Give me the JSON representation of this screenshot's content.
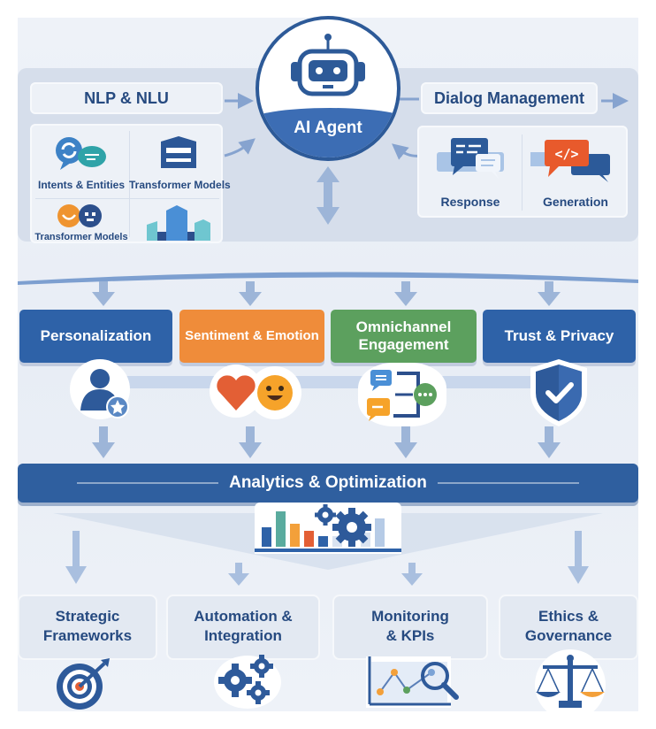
{
  "center": {
    "label": "AI Agent",
    "icon": "robot-icon"
  },
  "left_panel": {
    "title": "NLP & NLU",
    "items": [
      {
        "label": "Intents & Entities",
        "icon": "chat-bubbles-icon"
      },
      {
        "label": "Transformer Models",
        "icon": "server-stack-icon"
      },
      {
        "label": "Transformer Models",
        "icon": "emoji-faces-icon"
      },
      {
        "label": "",
        "icon": "cubes-chart-icon"
      }
    ]
  },
  "right_panel": {
    "title": "Dialog Management",
    "items": [
      {
        "label": "Response",
        "icon": "message-bubbles-icon"
      },
      {
        "label": "Generation",
        "icon": "code-bubble-icon"
      }
    ]
  },
  "pillars": [
    {
      "label": "Personalization",
      "icon": "user-star-icon",
      "color": "#2e62a8"
    },
    {
      "label": "Sentiment & Emotion",
      "icon": "heart-smiley-icon",
      "color": "#ef8c3a"
    },
    {
      "label": "Omnichannel Engagement",
      "icon": "channels-icon",
      "color": "#5ca05e"
    },
    {
      "label": "Trust & Privacy",
      "icon": "shield-check-icon",
      "color": "#2e62a8"
    }
  ],
  "analytics": {
    "label": "Analytics & Optimization",
    "icon": "bar-chart-gears-icon"
  },
  "outcomes": [
    {
      "label": "Strategic Frameworks",
      "icon": "target-icon"
    },
    {
      "label": "Automation & Integration",
      "icon": "gears-icon"
    },
    {
      "label": "Monitoring & KPIs",
      "icon": "kpi-magnifier-icon"
    },
    {
      "label": "Ethics & Governance",
      "icon": "scales-icon"
    }
  ],
  "colors": {
    "primary": "#2e62a8",
    "dark": "#264a80",
    "orange": "#ef8c3a",
    "green": "#5ca05e",
    "arrow": "#9db5d8"
  }
}
